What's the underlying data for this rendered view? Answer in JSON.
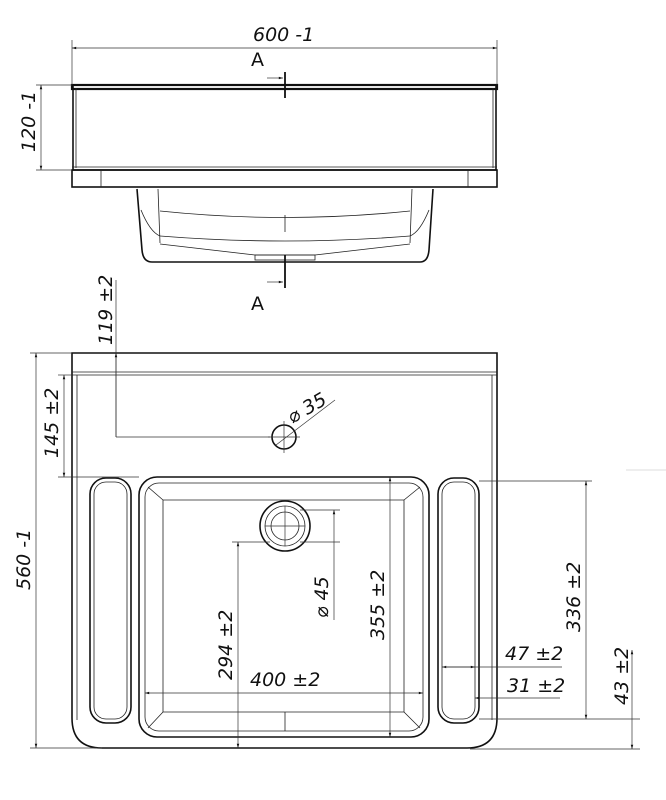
{
  "drawing": {
    "section_label_top": "A",
    "section_label_bottom": "A",
    "dimensions": {
      "width_overall": "600 -1",
      "height_front": "120 -1",
      "tap_offset": "119 ±2",
      "bowl_top_offset": "145 ±2",
      "depth_overall": "560 -1",
      "tap_hole_diameter": "⌀ 35",
      "drain_diameter": "⌀ 45",
      "drain_to_front": "294 ±2",
      "bowl_length": "355 ±2",
      "bowl_width": "400 ±2",
      "slot_length": "336 ±2",
      "slot_outer_width": "47 ±2",
      "slot_inner_width": "31 ±2",
      "slot_to_front": "43 ±2"
    }
  }
}
